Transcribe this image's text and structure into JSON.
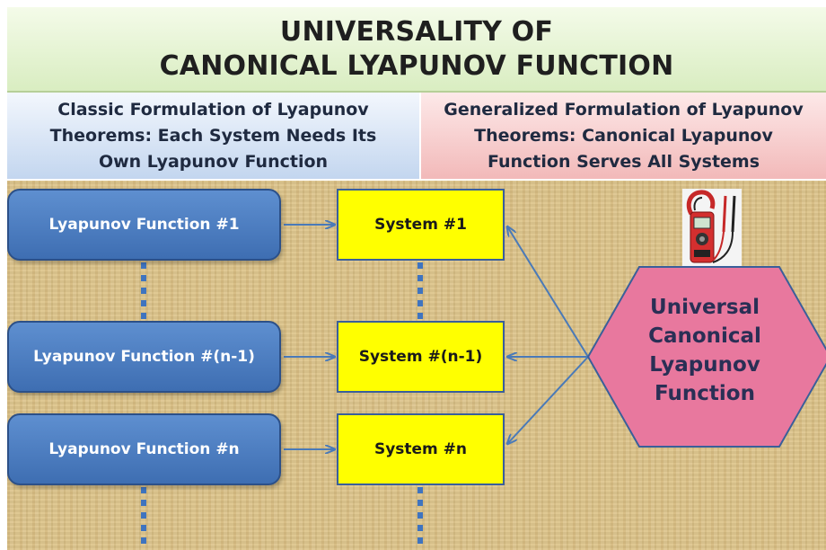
{
  "title": {
    "line1": "UNIVERSALITY OF",
    "line2": "CANONICAL LYAPUNOV FUNCTION"
  },
  "left_header": {
    "line1": "Classic Formulation of Lyapunov",
    "line2": "Theorems: Each System Needs Its",
    "line3": "Own Lyapunov Function"
  },
  "right_header": {
    "line1": "Generalized Formulation of Lyapunov",
    "line2": "Theorems: Canonical Lyapunov",
    "line3": "Function Serves All Systems"
  },
  "lyapunov_functions": [
    {
      "label": "Lyapunov Function #1"
    },
    {
      "label": "Lyapunov Function #(n-1)"
    },
    {
      "label": "Lyapunov Function #n"
    }
  ],
  "systems": [
    {
      "label": "System #1"
    },
    {
      "label": "System #(n-1)"
    },
    {
      "label": "System #n"
    }
  ],
  "universal": {
    "line1": "Universal",
    "line2": "Canonical",
    "line3": "Lyapunov",
    "line4": "Function"
  },
  "icons": {
    "meter": "clamp-meter-icon"
  },
  "colors": {
    "title_band": "#d9edc1",
    "left_header": "#c3d6ef",
    "right_header": "#f2b9b9",
    "lyapunov_box": "#4a7dc0",
    "system_box": "#ffff00",
    "hexagon": "#e8789e",
    "arrow": "#4a7ab8",
    "background": "#dcc389"
  }
}
